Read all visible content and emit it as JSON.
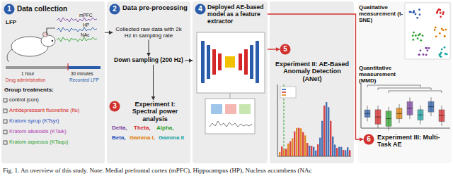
{
  "diagram": {
    "caption": "Fig. 1. An overview of this study. Note: Medial prefrontal cortex (mPFC), Hippocampus (HP), Nucleus accumbens (NAc",
    "nodes": [
      {
        "text": [
          "Data collection"
        ]
      },
      {
        "text": [
          "1"
        ],
        "in": 0
      },
      {
        "text": [
          "Data pre-processing"
        ]
      },
      {
        "text": [
          "2"
        ],
        "in": 2
      },
      {
        "text": [
          "Collected raw data with 2k Hz in sampling rate"
        ],
        "in": 2
      },
      {
        "text": [
          "Down sampling (200 Hz)"
        ],
        "in": 2
      },
      {
        "text": [
          "3"
        ],
        "in": 2
      },
      {
        "text": [
          "Experiment I: Spectral power analysis"
        ],
        "in": 2
      },
      {
        "text": [
          "Deployed AE-based model as a feature extractor"
        ]
      },
      {
        "text": [
          "4"
        ],
        "in": 8
      },
      {
        "text": [
          "Experiment II: AE-Based Anomaly Detection (ANet)"
        ]
      },
      {
        "text": [
          "5"
        ],
        "in": 10
      },
      {
        "text": [
          "Qualitative measurement (t-SNE)",
          "Quantitative measurement (MMD)",
          "Experiment III: Multi-Task AE"
        ]
      },
      {
        "text": [
          "6"
        ],
        "in": 12
      }
    ],
    "edges": [
      {
        "from": 0,
        "to": 4,
        "arrow": "to"
      },
      {
        "from": 4,
        "to": 5,
        "arrow": "to"
      },
      {
        "from": 5,
        "to": 7,
        "arrow": "to"
      },
      {
        "from": 5,
        "to": 8,
        "arrow": "to"
      },
      {
        "from": 8,
        "to": 11,
        "arrow": "to"
      },
      {
        "from": 8,
        "to": 13,
        "arrow": "to"
      }
    ],
    "labels": [
      "LFP",
      "mPFC",
      "HP",
      "NAc",
      "1 hour",
      "30 minutes",
      "Drug administration",
      "Recorded LFP",
      "Group treatments:",
      "control (con)",
      "Antidepressant fluoxetine (flu)",
      "Kratom syrup (KTsyr)",
      "Kratom alkaloids (KTalk)",
      "Kratom aqueous (KTaqu)",
      "Delta,",
      "Theta,",
      "Alpha,",
      "Beta,",
      "Gamma I,",
      "Gamma II"
    ]
  }
}
